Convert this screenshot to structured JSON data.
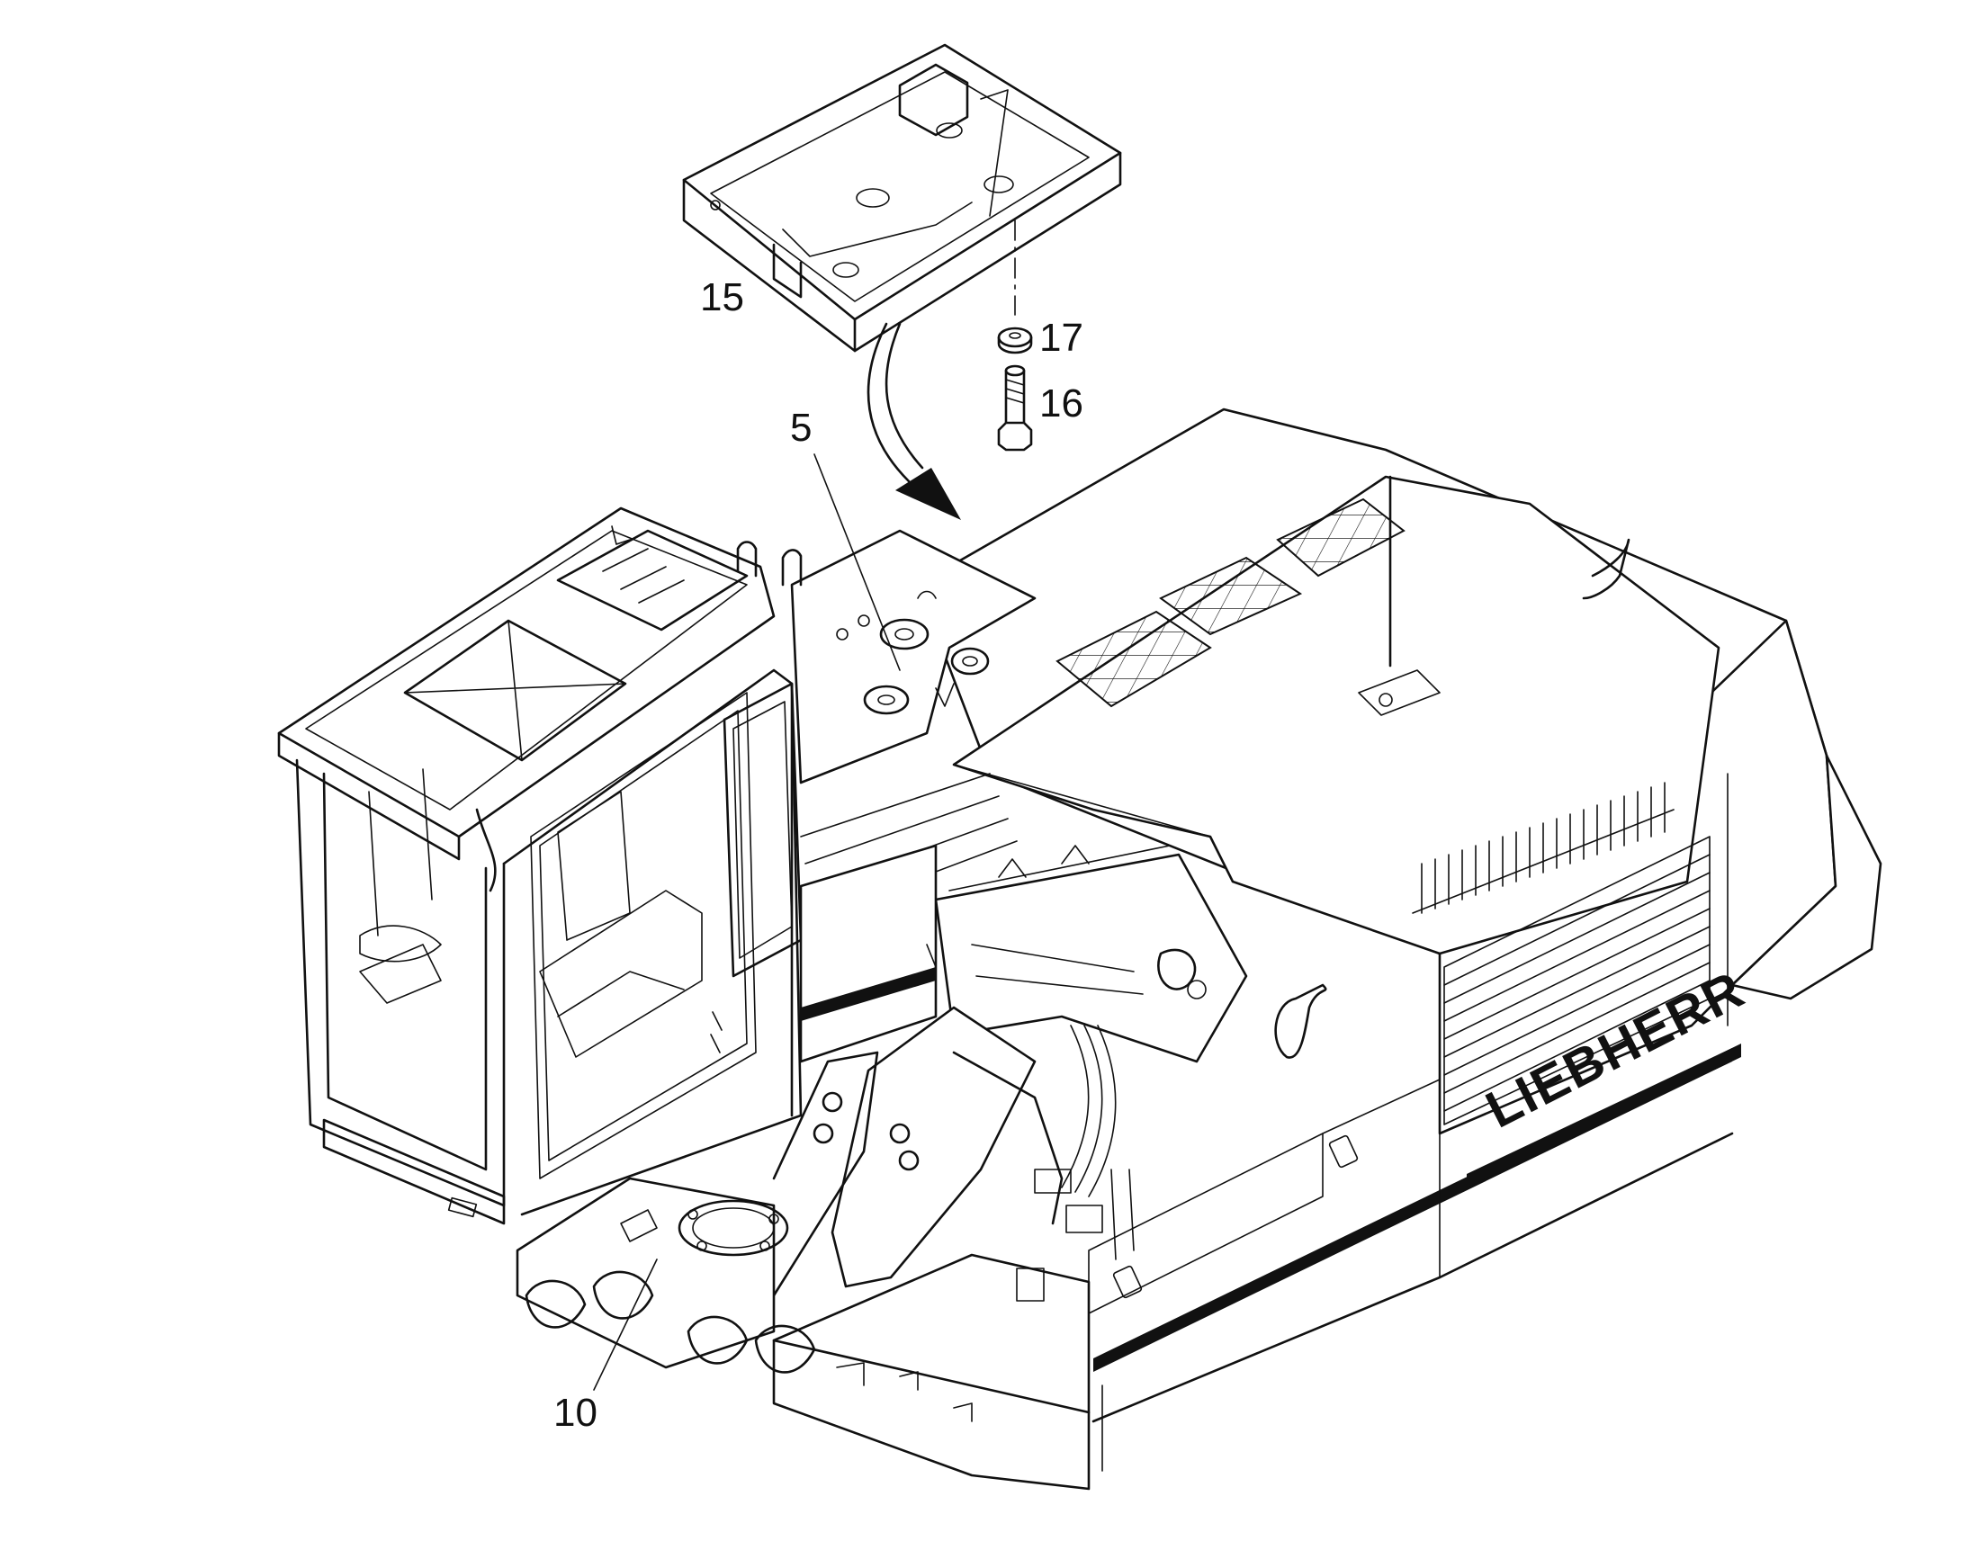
{
  "callouts": {
    "c15": "15",
    "c17": "17",
    "c16": "16",
    "c5": "5",
    "c10": "10"
  },
  "branding": {
    "logo_text": "LIEBHERR"
  },
  "colors": {
    "line": "#111111",
    "background": "#ffffff"
  }
}
